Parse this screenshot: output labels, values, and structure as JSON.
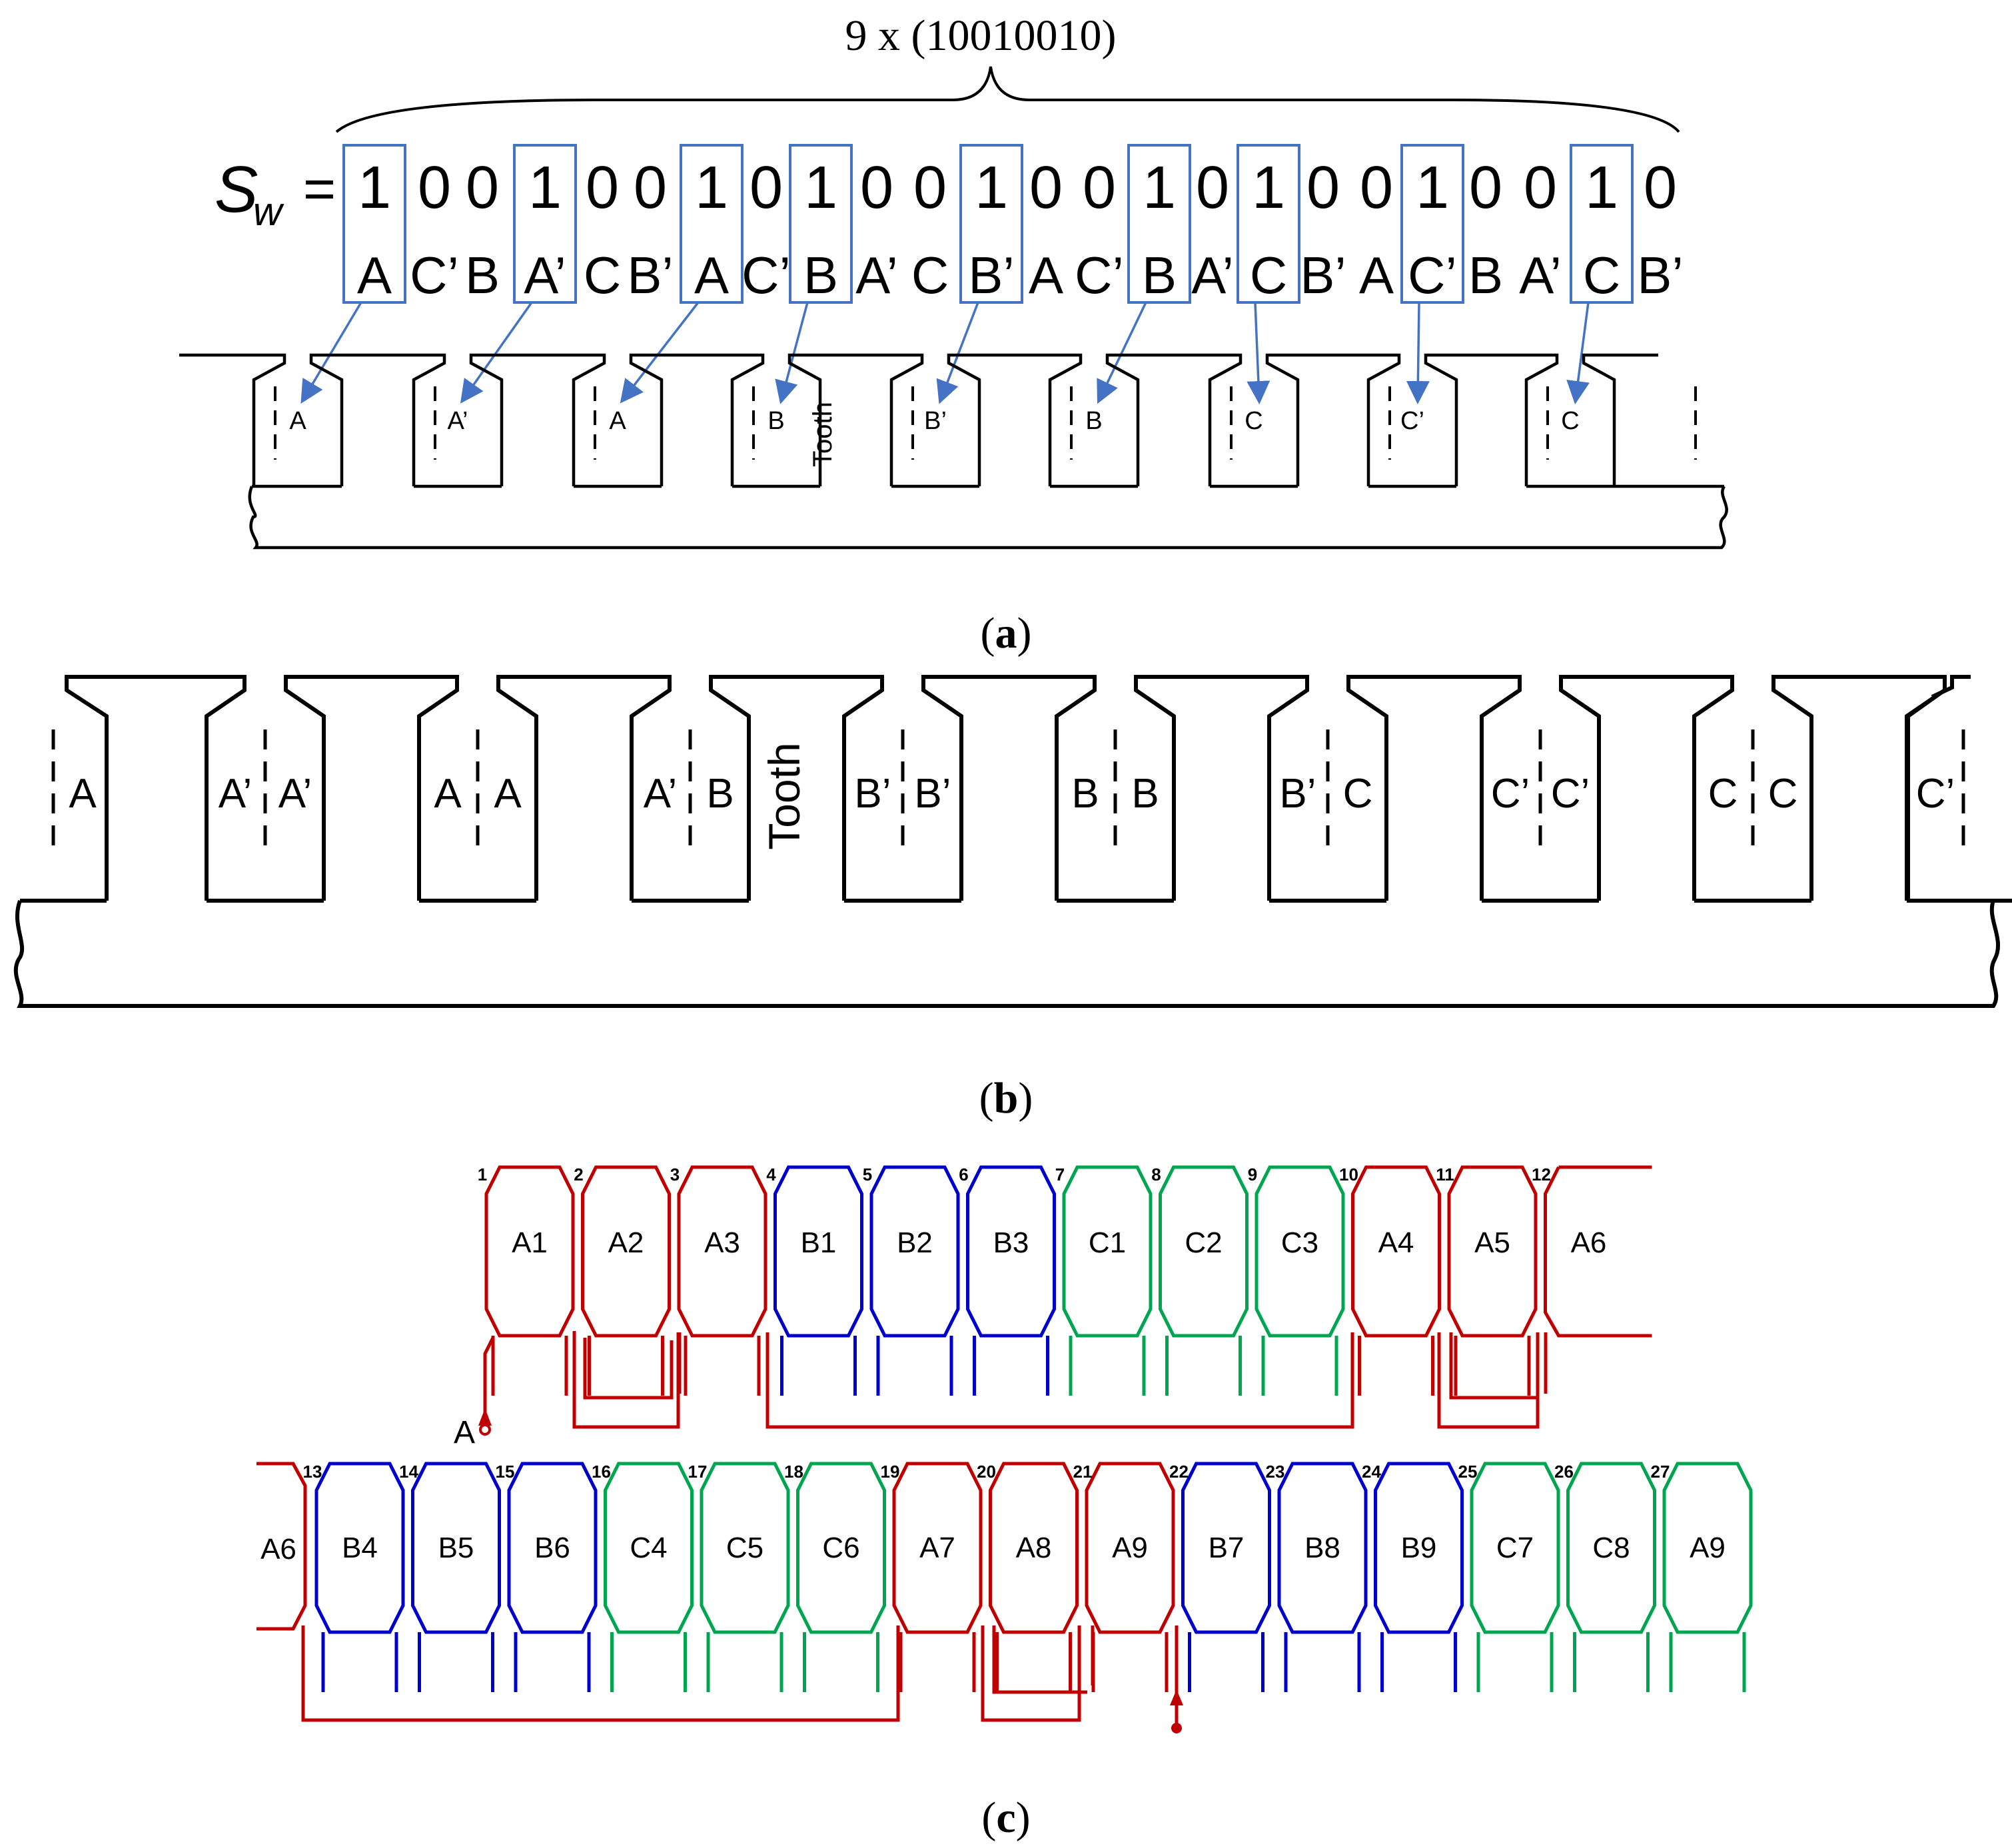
{
  "colors": {
    "ink": "#000000",
    "highlight": "#4472c4",
    "phase_a": "#c00000",
    "phase_b": "#0000cc",
    "phase_c": "#00a550"
  },
  "panel_a": {
    "brace_label": "9 x (10010010)",
    "sw_symbol": "S",
    "sw_subscript": "w",
    "sw_equals": "=",
    "bits": [
      "1",
      "0",
      "0",
      "1",
      "0",
      "0",
      "1",
      "0",
      "1",
      "0",
      "0",
      "1",
      "0",
      "0",
      "1",
      "0",
      "1",
      "0",
      "0",
      "1",
      "0",
      "0",
      "1",
      "0"
    ],
    "phases": [
      "A",
      "C’",
      "B",
      "A’",
      "C",
      "B’",
      "A",
      "C’",
      "B",
      "A’",
      "C",
      "B’",
      "A",
      "C’",
      "B",
      "A’",
      "C",
      "B’",
      "A",
      "C’",
      "B",
      "A’",
      "C",
      "B’"
    ],
    "highlighted_indices": [
      0,
      3,
      6,
      8,
      11,
      14,
      16,
      19,
      22
    ],
    "slot_labels": [
      "A",
      "A’",
      "A",
      "B",
      "B’",
      "B",
      "C",
      "C’",
      "C"
    ],
    "tooth_label": "Tooth",
    "caption": "a"
  },
  "panel_b": {
    "slots": [
      {
        "left": "A",
        "right": ""
      },
      {
        "left": "A’",
        "right": "A’"
      },
      {
        "left": "A",
        "right": "A"
      },
      {
        "left": "A’",
        "right": "B"
      },
      {
        "left": "B’",
        "right": "B’"
      },
      {
        "left": "B",
        "right": "B"
      },
      {
        "left": "B’",
        "right": "C"
      },
      {
        "left": "C’",
        "right": "C’"
      },
      {
        "left": "C",
        "right": "C"
      },
      {
        "left": "C’",
        "right": ""
      }
    ],
    "tooth_label": "Tooth",
    "caption": "b"
  },
  "panel_c": {
    "top_row": [
      {
        "num": "1",
        "coil": "A1",
        "phase": "a"
      },
      {
        "num": "2",
        "coil": "A2",
        "phase": "a"
      },
      {
        "num": "3",
        "coil": "A3",
        "phase": "a"
      },
      {
        "num": "4",
        "coil": "B1",
        "phase": "b"
      },
      {
        "num": "5",
        "coil": "B2",
        "phase": "b"
      },
      {
        "num": "6",
        "coil": "B3",
        "phase": "b"
      },
      {
        "num": "7",
        "coil": "C1",
        "phase": "c"
      },
      {
        "num": "8",
        "coil": "C2",
        "phase": "c"
      },
      {
        "num": "9",
        "coil": "C3",
        "phase": "c"
      },
      {
        "num": "10",
        "coil": "A4",
        "phase": "a"
      },
      {
        "num": "11",
        "coil": "A5",
        "phase": "a"
      },
      {
        "num": "12",
        "coil": "A6",
        "phase": "a"
      }
    ],
    "bottom_row": [
      {
        "num": "13",
        "coil": "B4",
        "phase": "b"
      },
      {
        "num": "14",
        "coil": "B5",
        "phase": "b"
      },
      {
        "num": "15",
        "coil": "B6",
        "phase": "b"
      },
      {
        "num": "16",
        "coil": "C4",
        "phase": "c"
      },
      {
        "num": "17",
        "coil": "C5",
        "phase": "c"
      },
      {
        "num": "18",
        "coil": "C6",
        "phase": "c"
      },
      {
        "num": "19",
        "coil": "A7",
        "phase": "a"
      },
      {
        "num": "20",
        "coil": "A8",
        "phase": "a"
      },
      {
        "num": "21",
        "coil": "A9",
        "phase": "a"
      },
      {
        "num": "22",
        "coil": "B7",
        "phase": "b"
      },
      {
        "num": "23",
        "coil": "B8",
        "phase": "b"
      },
      {
        "num": "24",
        "coil": "B9",
        "phase": "b"
      },
      {
        "num": "25",
        "coil": "C7",
        "phase": "c"
      },
      {
        "num": "26",
        "coil": "C8",
        "phase": "c"
      },
      {
        "num": "27",
        "coil": "A9",
        "phase": "c"
      }
    ],
    "bottom_left_coil": "A6",
    "terminal_label": "A",
    "caption": "c"
  }
}
